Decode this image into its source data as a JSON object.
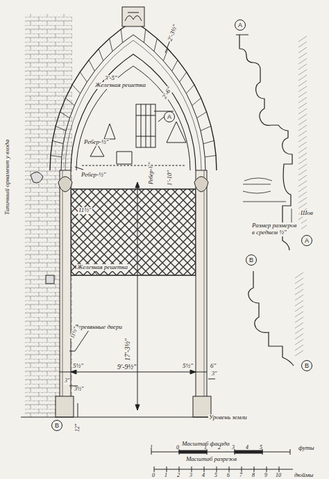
{
  "diagram": {
    "nodes": [
      {
        "text": [
          "А"
        ]
      },
      {
        "text": [
          "А"
        ]
      },
      {
        "text": [
          "А"
        ]
      },
      {
        "text": [
          "В"
        ]
      },
      {
        "text": [
          "В"
        ]
      },
      {
        "text": [
          "В"
        ]
      }
    ],
    "labels": [
      "2'-3½\"",
      "3'-5\"",
      "Железная решетка",
      "2'-6\"",
      "Ребер-½\"",
      "Ребер-½\"",
      "Ребер-¾\"",
      "1'-10\"",
      "11½\"",
      "Железная решетка",
      "17'-3½\"",
      "Деревянные двери",
      "11½\"",
      "5½\"",
      "9'-9½\"",
      "5½\"",
      "6\"",
      "3\"",
      "3½\"",
      "12\"",
      "3\"",
      "Уровень земли",
      "Шов",
      "Размер размеров в среднем ½\"",
      "Типичный орнамент у входа",
      "Масштаб фасада",
      "1",
      "0",
      "1",
      "2",
      "3",
      "4",
      "5",
      "футы",
      "Масштаб разрезов",
      "0",
      "1",
      "2",
      "3",
      "4",
      "5",
      "6",
      "7",
      "8",
      "9",
      "10",
      "дюймы"
    ]
  }
}
